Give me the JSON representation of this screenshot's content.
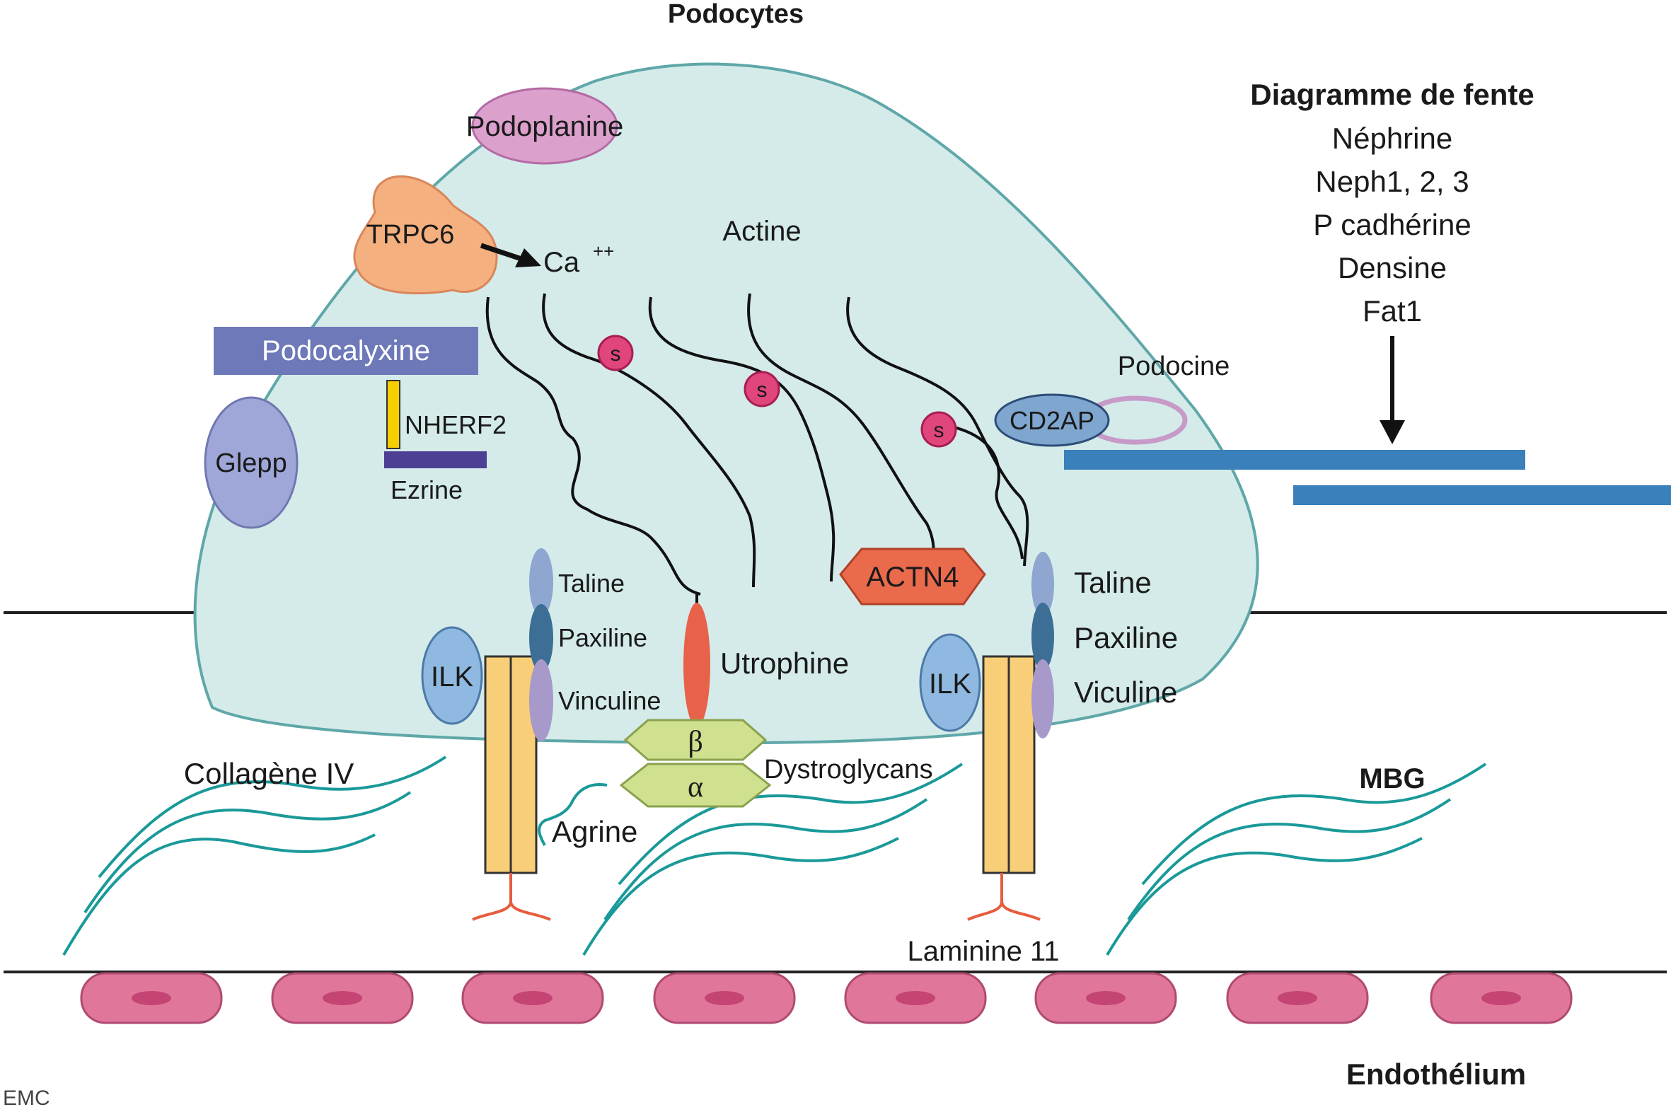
{
  "title": "Podocytes",
  "labels": {
    "podoplanine": "Podoplanine",
    "trpc6": "TRPC6",
    "ca": "Ca",
    "ca_sup": "++",
    "actine": "Actine",
    "podocalyxine": "Podocalyxine",
    "nherf2": "NHERF2",
    "ezrine": "Ezrine",
    "glepp": "Glepp",
    "s": "s",
    "podocine": "Podocine",
    "cd2ap": "CD2AP",
    "actn4": "ACTN4",
    "taline_left": "Taline",
    "paxiline_left": "Paxiline",
    "vinculine_left": "Vinculine",
    "utrophine": "Utrophine",
    "taline_right": "Taline",
    "paxiline_right": "Paxiline",
    "viculine_right": "Viculine",
    "ilk": "ILK",
    "beta": "β",
    "alpha": "α",
    "dystroglycans": "Dystroglycans",
    "collagene": "Collagène IV",
    "agrine": "Agrine",
    "mbg": "MBG",
    "laminine": "Laminine 11",
    "endothelium": "Endothélium",
    "emc": "EMC"
  },
  "slit_diaphragm": {
    "heading": "Diagramme de fente",
    "items": [
      "Néphrine",
      "Neph1, 2, 3",
      "P cadhérine",
      "Densine",
      "Fat1"
    ]
  },
  "colors": {
    "cell": "#d4ebea",
    "cell_outline": "#5fa7a8",
    "podoplanine": "#dca0cc",
    "trpc6": "#f4b07e",
    "podocalyxine": "#6d79b8",
    "nherf2": "#f5cf00",
    "ezrine": "#4d3f93",
    "glepp": "#9fa7d8",
    "s_spot": "#e0457b",
    "cd2ap": "#7ea6cf",
    "podocine": "#c79ac8",
    "slit_bar": "#3a80bb",
    "actn4": "#ea6a4c",
    "utrophine": "#e8624a",
    "dystroglycan": "#cfe08e",
    "integrin": "#f8cf78",
    "ilk": "#8fb9e0",
    "taline": "#8ea6d0",
    "paxiline": "#3d6e95",
    "vinculine": "#a79acb",
    "collagen": "#1a9999",
    "endothelium_fill": "#e0779a",
    "endothelium_core": "#c44473",
    "foot": "#e65c3e"
  }
}
